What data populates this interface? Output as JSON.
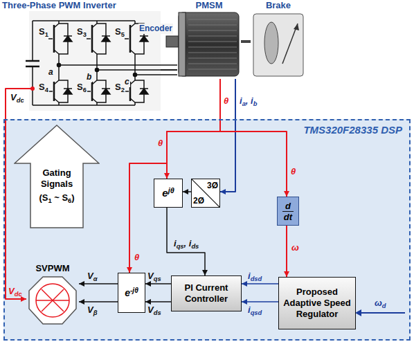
{
  "diagram": {
    "nodes": [
      {
        "text": [
          "TMS320F28335 DSP"
        ]
      },
      {
        "text": [
          "Three-Phase PWM Inverter"
        ]
      },
      {
        "text": [
          "PMSM"
        ]
      },
      {
        "text": [
          "Brake"
        ]
      },
      {
        "text": [
          "Gating Signals",
          "(S1 ~ S6)"
        ],
        "in": 0
      },
      {
        "text": [
          "ejθ"
        ],
        "in": 0
      },
      {
        "text": [
          "3Ø",
          "2Ø"
        ],
        "in": 0
      },
      {
        "text": [
          "d",
          "dt"
        ],
        "in": 0
      },
      {
        "text": [
          "SVPWM"
        ],
        "in": 0
      },
      {
        "text": [
          "e-jθ"
        ],
        "in": 0
      },
      {
        "text": [
          "PI Current Controller"
        ],
        "in": 0
      },
      {
        "text": [
          "Proposed Adaptive Speed Regulator"
        ],
        "in": 0
      }
    ],
    "edges": [
      {
        "from": 1,
        "to": 2,
        "arrow": "none"
      },
      {
        "from": 2,
        "to": 3,
        "arrow": "none"
      },
      {
        "from": 2,
        "to": 6,
        "arrow": "to",
        "label": "ia, ib"
      },
      {
        "from": 2,
        "to": 5,
        "arrow": "to",
        "label": "θ"
      },
      {
        "from": 2,
        "to": 9,
        "arrow": "to",
        "label": "θ"
      },
      {
        "from": 2,
        "to": 7,
        "arrow": "to",
        "label": "θ"
      },
      {
        "from": 6,
        "to": 5,
        "arrow": "to"
      },
      {
        "from": 5,
        "to": 10,
        "arrow": "to",
        "label": "iqs, ids"
      },
      {
        "from": 7,
        "to": 11,
        "arrow": "to",
        "label": "ω"
      },
      {
        "from": 11,
        "to": 10,
        "arrow": "to",
        "label": "idsd"
      },
      {
        "from": 11,
        "to": 10,
        "arrow": "to",
        "label": "iqsd"
      },
      {
        "from": 10,
        "to": 9,
        "arrow": "to",
        "label": "Vqs"
      },
      {
        "from": 10,
        "to": 9,
        "arrow": "to",
        "label": "Vds"
      },
      {
        "from": 9,
        "to": 8,
        "arrow": "to",
        "label": "Vα"
      },
      {
        "from": 9,
        "to": 8,
        "arrow": "to",
        "label": "Vβ"
      },
      {
        "from": 1,
        "to": 8,
        "arrow": "to",
        "label": "Vdc"
      }
    ],
    "labels": [
      "Encoder",
      "S1",
      "S3",
      "S5",
      "S4",
      "S6",
      "S2",
      "a",
      "b",
      "c",
      "Vdc",
      "θ",
      "ωd"
    ]
  }
}
